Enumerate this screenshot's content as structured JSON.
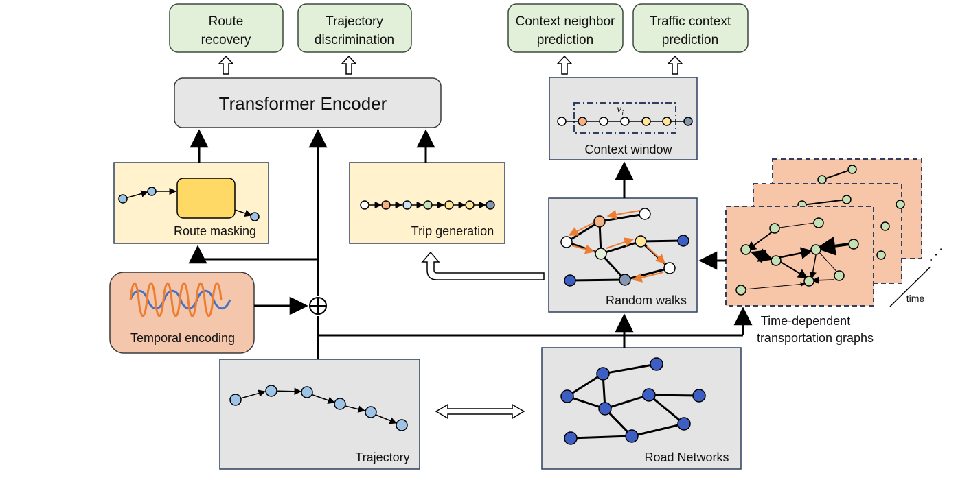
{
  "tasks": {
    "route_recovery": [
      "Route",
      "recovery"
    ],
    "trajectory_discrimination": [
      "Trajectory",
      "discrimination"
    ],
    "context_neighbor_prediction": [
      "Context neighbor",
      "prediction"
    ],
    "traffic_context_prediction": [
      "Traffic context",
      "prediction"
    ]
  },
  "encoder": {
    "label": "Transformer Encoder"
  },
  "modules": {
    "route_masking": "Route masking",
    "trip_generation": "Trip generation",
    "temporal_encoding": "Temporal encoding",
    "context_window": "Context window",
    "context_var": "v",
    "context_var_sub": "i",
    "random_walks": "Random walks",
    "trajectory": "Trajectory",
    "road_networks": "Road Networks",
    "graphs_caption": [
      "Time-dependent",
      "transportation graphs"
    ],
    "time_label": "time",
    "ellipsis": "⋰"
  },
  "colors": {
    "task_fill": "#e2efd9",
    "task_stroke": "#3b4a3b",
    "encoder_fill": "#e6e6e6",
    "yellow_box": "#fff2cc",
    "masked_block": "#ffd966",
    "temporal_fill": "#f4c7ad",
    "salmon": "#f7c6a8",
    "panel_grey": "#e4e4e4",
    "navy_border": "#2f3f5f",
    "node_light_blue": "#9dc3e6",
    "node_dark_blue": "#3d5fc4",
    "node_green": "#c5e0b4",
    "node_peach": "#f4b183",
    "node_yellow": "#ffe699",
    "node_grey": "#8497b0",
    "walk_orange": "#ed7d31",
    "wave_blue": "#4472c4"
  }
}
